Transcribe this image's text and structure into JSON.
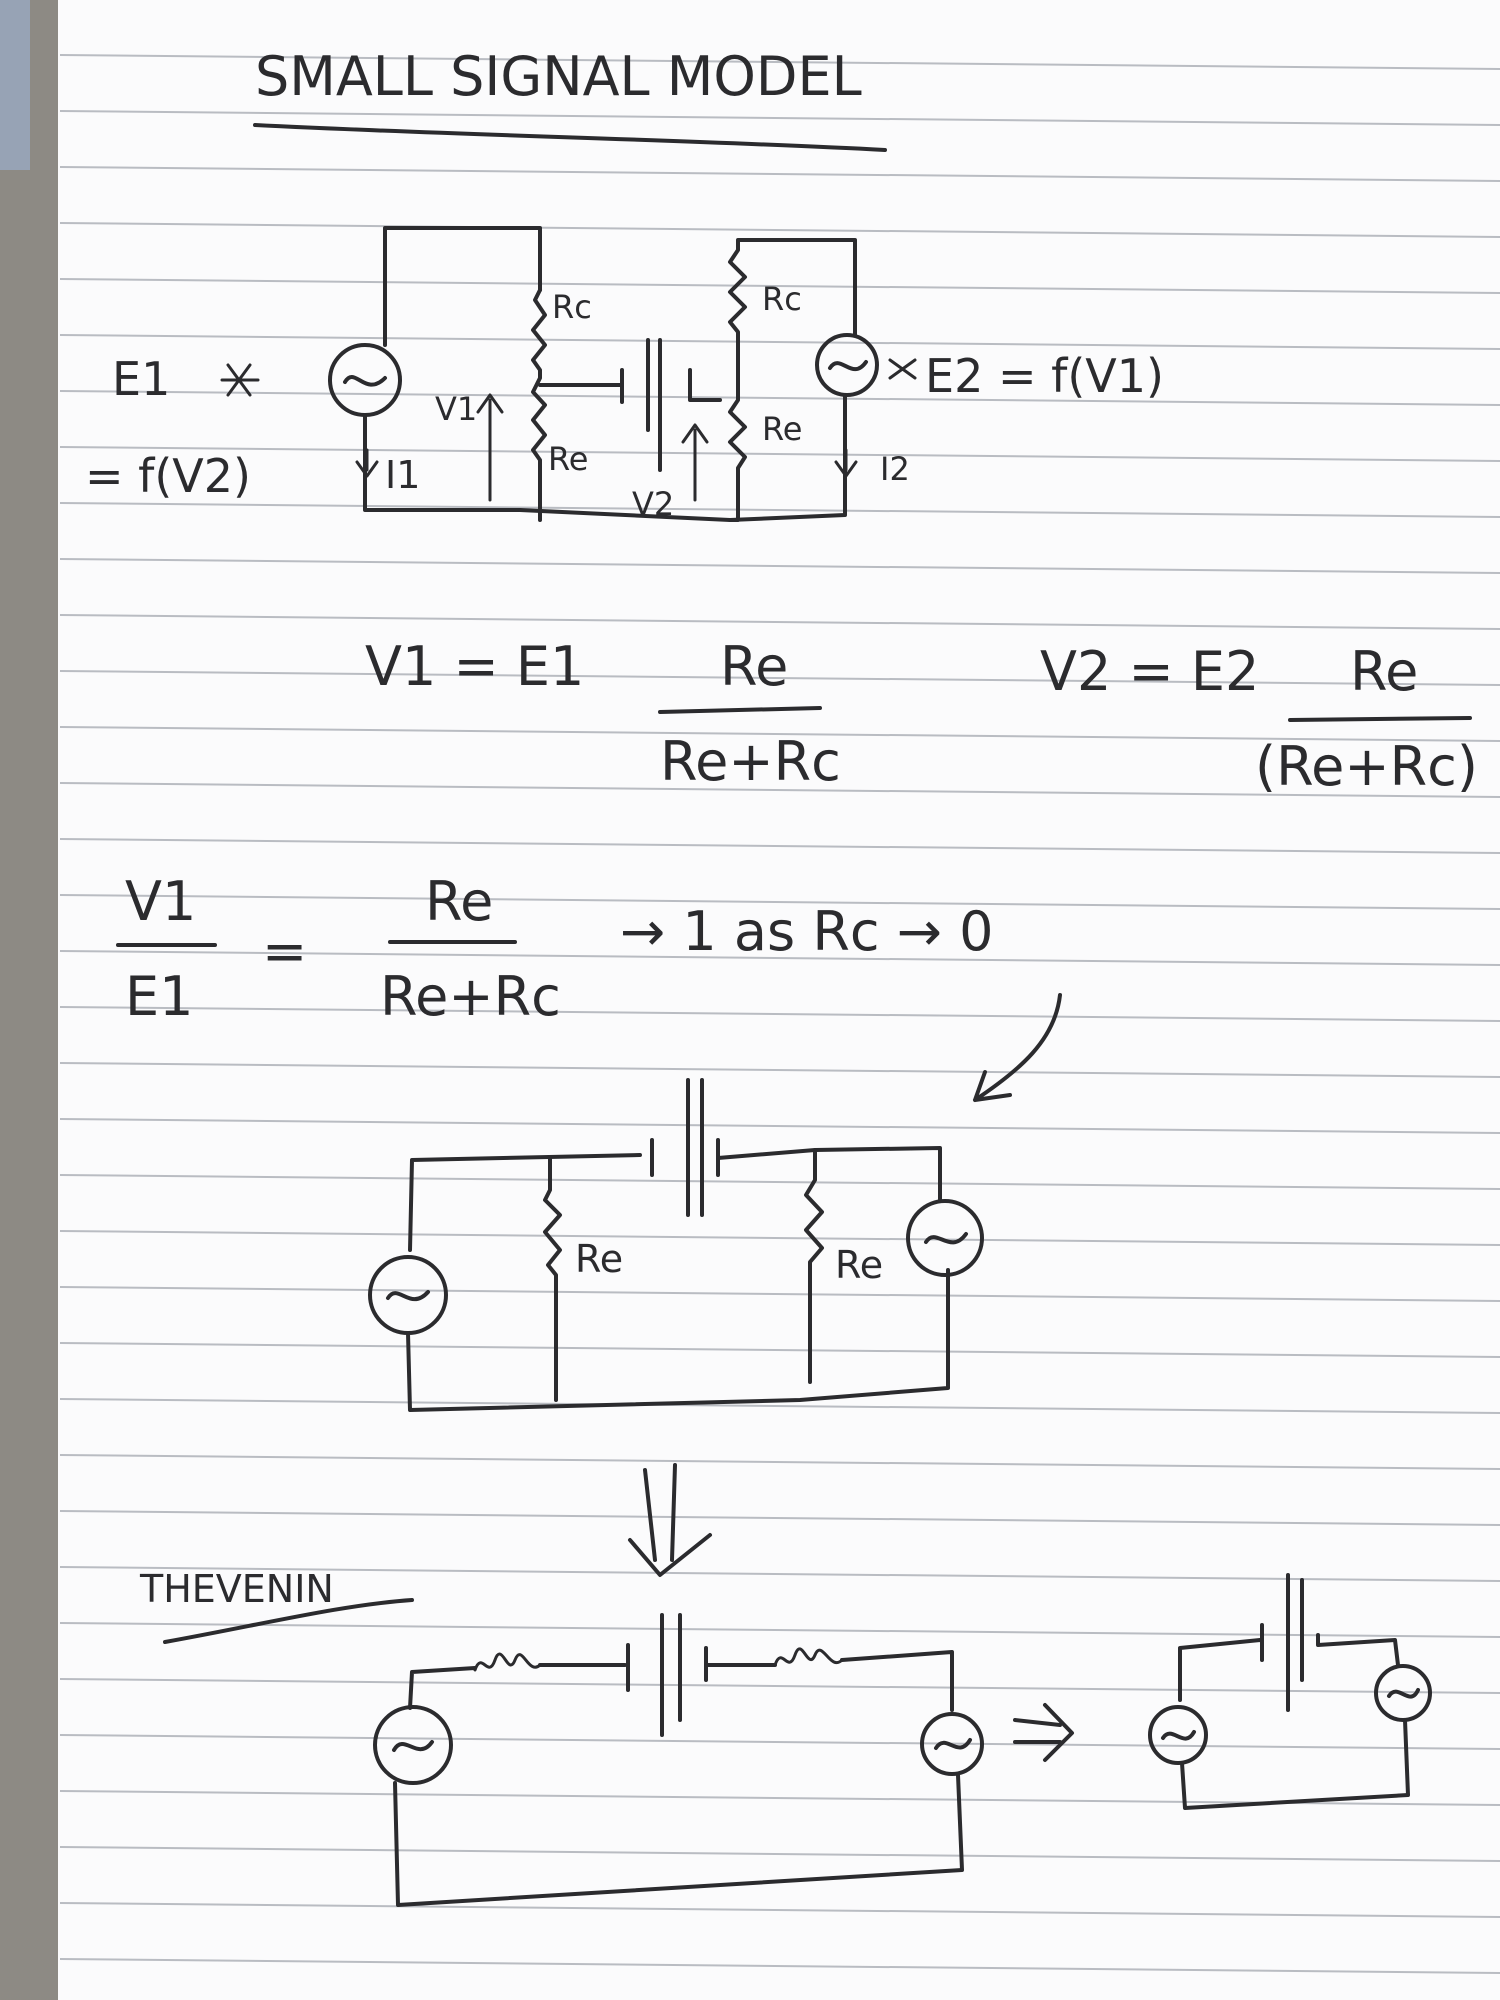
{
  "page": {
    "paper_color": "#fbfbfc",
    "ink_color": "#2b2b2e",
    "rule_color": "#b9bcc2"
  },
  "header": {
    "title": "SMALL SIGNAL MODEL"
  },
  "circuit_1": {
    "labels": {
      "rc_left": "Rc",
      "re_left": "Re",
      "rc_right": "Rc",
      "re_right": "Re",
      "v1": "V1",
      "i1": "I1",
      "v2": "V2",
      "i2": "I2"
    },
    "source_left": {
      "name": "E1",
      "relation": "= f(V2)"
    },
    "source_right": {
      "relation": "E2 = f(V1)"
    }
  },
  "equations": {
    "v1": {
      "lhs": "V1 = E1",
      "num": "Re",
      "den": "Re+Rc"
    },
    "v2": {
      "lhs": "V2 = E2",
      "num": "Re",
      "den": "(Re+Rc)"
    },
    "ratio": {
      "num": "V1",
      "den": "E1",
      "eq": "=",
      "rhs_num": "Re",
      "rhs_den": "Re+Rc",
      "limit": "→ 1  as  Rc → 0"
    }
  },
  "circuit_2": {
    "labels": {
      "re_left": "Re",
      "re_right": "Re"
    }
  },
  "thevenin": {
    "label": "THEVENIN"
  }
}
